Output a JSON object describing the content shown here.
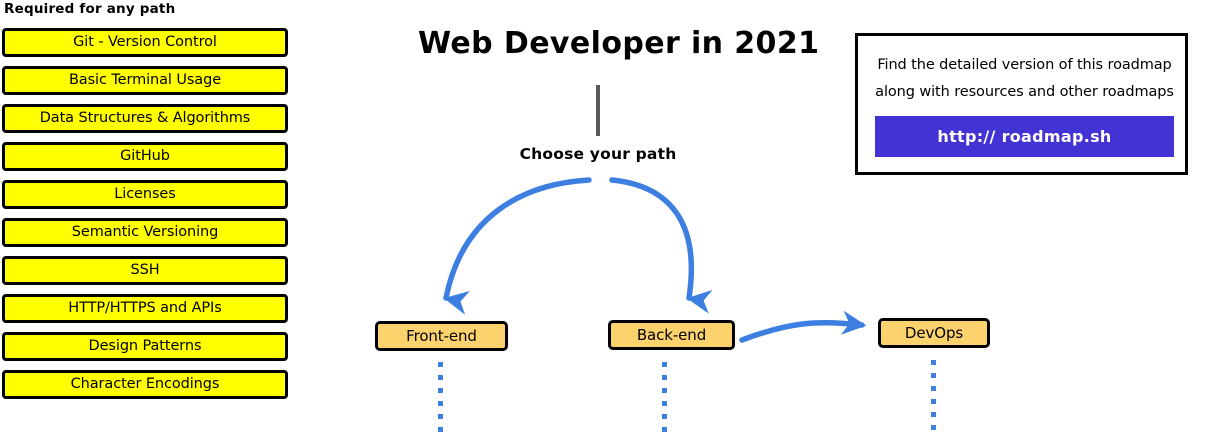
{
  "required_section": {
    "heading": "Required for any path",
    "items": [
      {
        "label": "Git - Version Control"
      },
      {
        "label": "Basic Terminal Usage"
      },
      {
        "label": "Data Structures & Algorithms"
      },
      {
        "label": "GitHub"
      },
      {
        "label": "Licenses"
      },
      {
        "label": "Semantic Versioning"
      },
      {
        "label": "SSH"
      },
      {
        "label": "HTTP/HTTPS and APIs"
      },
      {
        "label": "Design Patterns"
      },
      {
        "label": "Character Encodings"
      }
    ]
  },
  "roadmap": {
    "title": "Web Developer in 2021",
    "choose_path_label": "Choose your path",
    "paths": [
      {
        "label": "Front-end"
      },
      {
        "label": "Back-end"
      },
      {
        "label": "DevOps"
      }
    ]
  },
  "info_card": {
    "line1": "Find the detailed version of this roadmap",
    "line2": "along with resources and other roadmaps",
    "button_label": "http:// roadmap.sh"
  },
  "colors": {
    "required_box_fill": "#ffff00",
    "path_box_fill": "#fbd26c",
    "arrow_blue": "#3d7fe0",
    "link_button": "#4433d4",
    "stem_gray": "#5a5a5a",
    "border_black": "#000000"
  }
}
